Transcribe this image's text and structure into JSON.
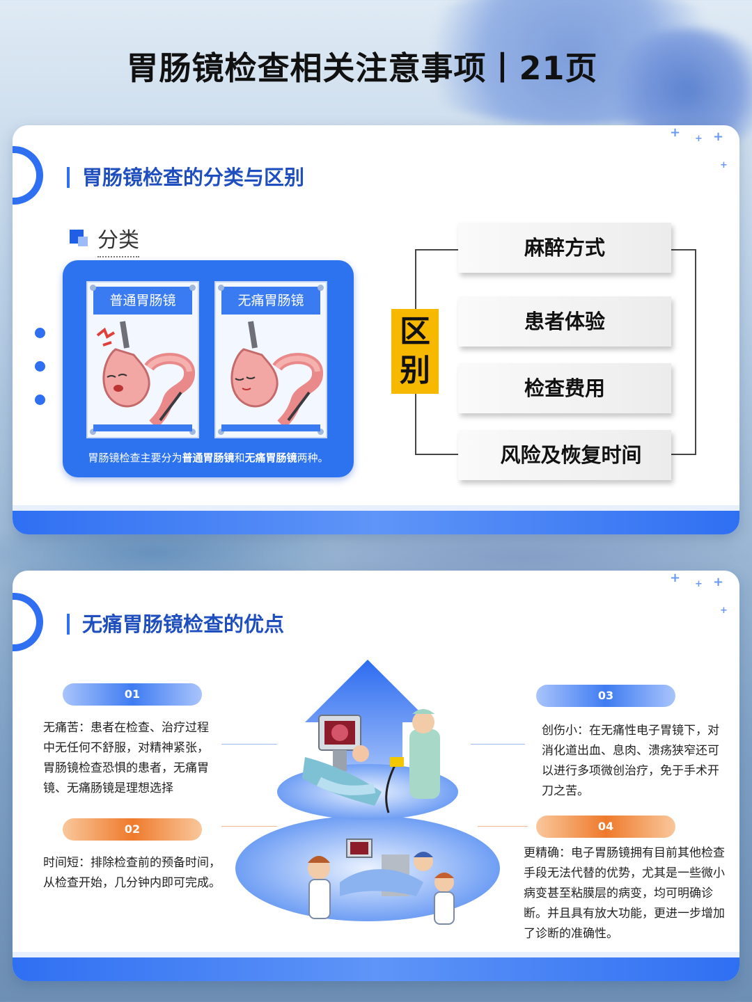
{
  "page": {
    "title": "胃肠镜检查相关注意事项丨21页"
  },
  "section1": {
    "title": "胃肠镜检查的分类与区别",
    "classification_label": "分类",
    "cards": [
      {
        "label": "普通胃肠镜"
      },
      {
        "label": "无痛胃肠镜"
      }
    ],
    "caption": {
      "prefix": "胃肠镜检查主要分为",
      "term1": "普通胃肠镜",
      "mid": "和",
      "term2": "无痛胃肠镜",
      "suffix": "两种。"
    },
    "difference_label_1": "区",
    "difference_label_2": "别",
    "differences": [
      "麻醉方式",
      "患者体验",
      "检查费用",
      "风险及恢复时间"
    ]
  },
  "section2": {
    "title": "无痛胃肠镜检查的优点",
    "items": [
      {
        "num": "01",
        "text": "无痛苦：患者在检查、治疗过程中无任何不舒服，对精神紧张，胃肠镜检查恐惧的患者，无痛胃镜、无痛肠镜是理想选择"
      },
      {
        "num": "02",
        "text": "时间短：排除检查前的预备时间，从检查开始，几分钟内即可完成。"
      },
      {
        "num": "03",
        "text": "创伤小：在无痛性电子胃镜下，对消化道出血、息肉、溃疡狭窄还可以进行多项微创治疗，免于手术开刀之苦。"
      },
      {
        "num": "04",
        "text": "更精确：电子胃肠镜拥有目前其他检查手段无法代替的优势，尤其是一些微小病变甚至粘膜层的病变，均可明确诊断。并且具有放大功能，更进一步增加了诊断的准确性。"
      }
    ]
  },
  "colors": {
    "accent": "#2f6ff2",
    "orange": "#ef7a2c",
    "yellow": "#f7b800"
  }
}
